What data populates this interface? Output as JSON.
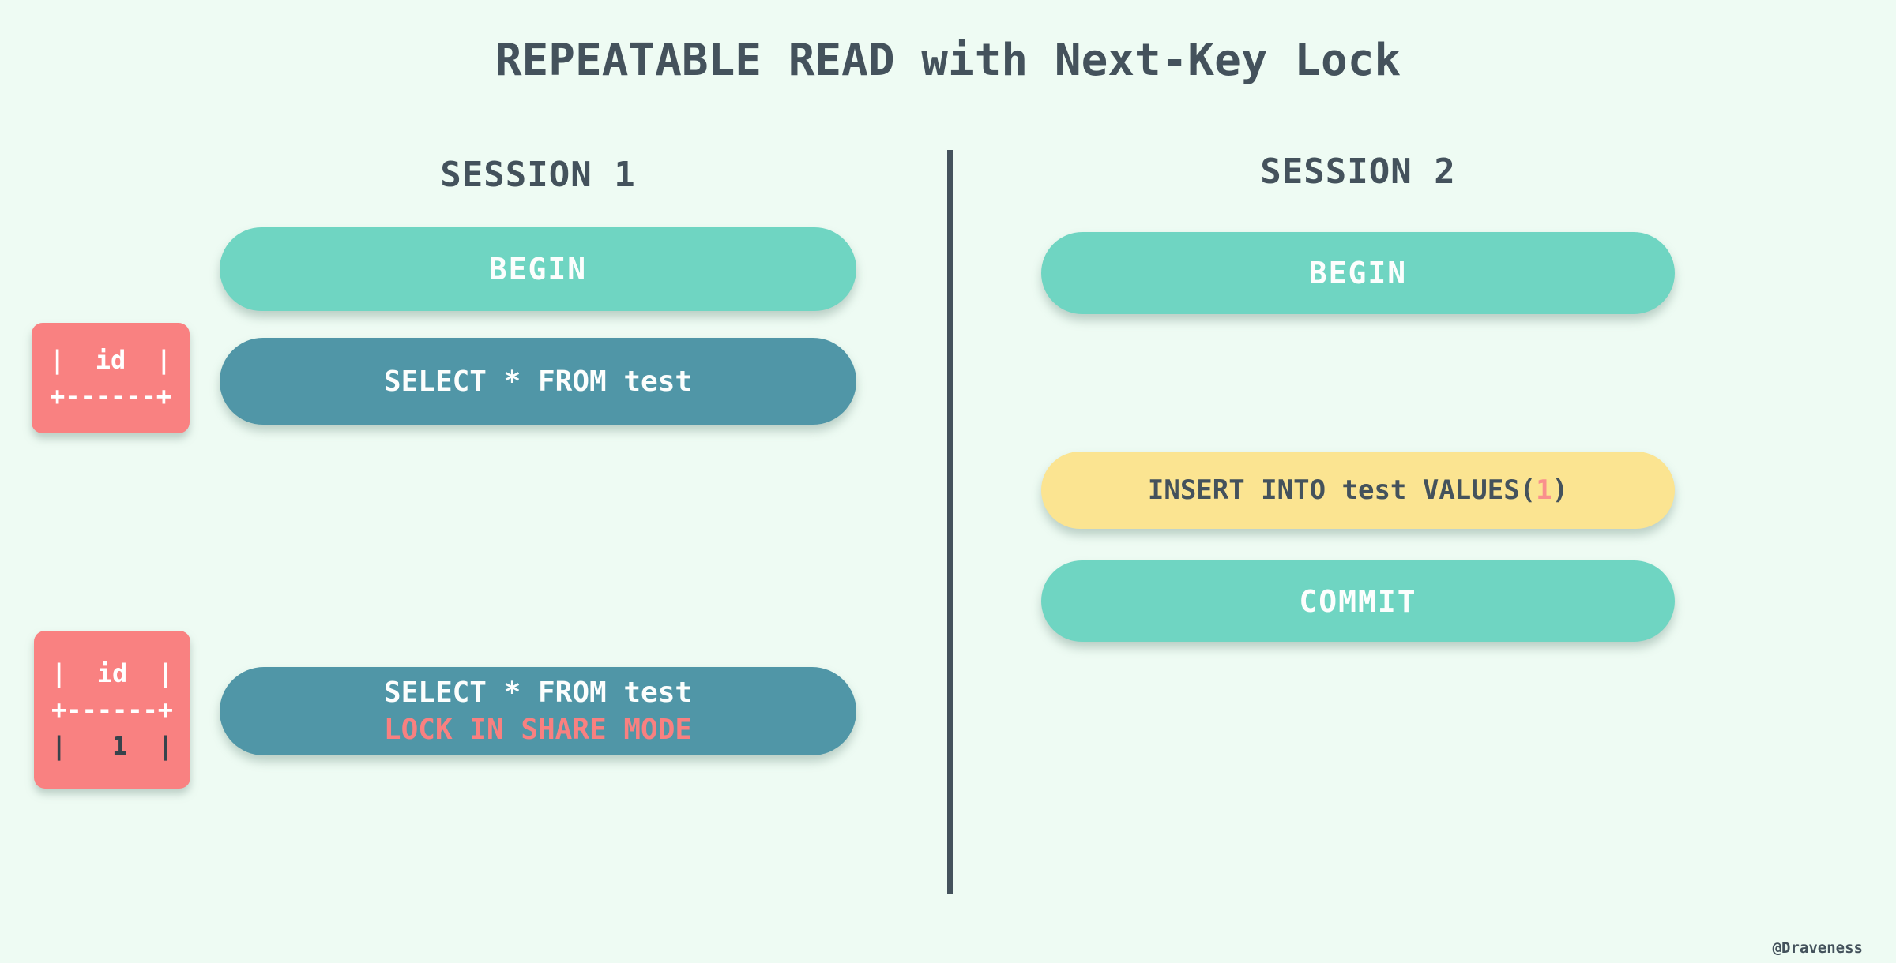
{
  "title": "REPEATABLE READ with Next-Key Lock",
  "credit": "@Draveness",
  "session1": {
    "label": "SESSION 1",
    "begin": "BEGIN",
    "select": "SELECT * FROM test",
    "select_lock_line1": "SELECT * FROM test",
    "select_lock_line2": "LOCK IN SHARE MODE"
  },
  "session2": {
    "label": "SESSION 2",
    "begin": "BEGIN",
    "insert_prefix": "INSERT INTO test VALUES(",
    "insert_value": "1",
    "insert_suffix": ")",
    "commit": "COMMIT"
  },
  "table1": {
    "rows": [
      "|  id  |",
      "+------+"
    ]
  },
  "table2": {
    "rows": [
      "|  id  |",
      "+------+",
      "|   1  |"
    ]
  },
  "colors": {
    "background": "#eefbf3",
    "teal": "#6fd5c2",
    "dark_teal": "#5096a7",
    "red": "#f98181",
    "yellow": "#fbe491",
    "slate_text": "#44525c",
    "lock_text": "#f98080",
    "insert_value_text": "#f9908d",
    "table_value_text": "#37434c"
  }
}
